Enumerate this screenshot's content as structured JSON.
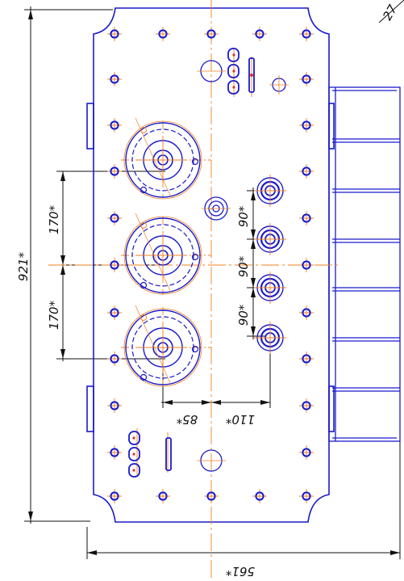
{
  "colors": {
    "outline": "#1a1acc",
    "axis": "#f08020",
    "dimension": "#111111",
    "background": "#ffffff"
  },
  "dimensions": {
    "overall_height": "921*",
    "overall_width": "561*",
    "corner_label": "27",
    "spacing_upper": "170*",
    "spacing_lower": "170*",
    "right_spacing_1": "90*",
    "right_spacing_2": "90*",
    "right_spacing_3": "90*",
    "offset_left": "85*",
    "offset_right": "110*"
  }
}
